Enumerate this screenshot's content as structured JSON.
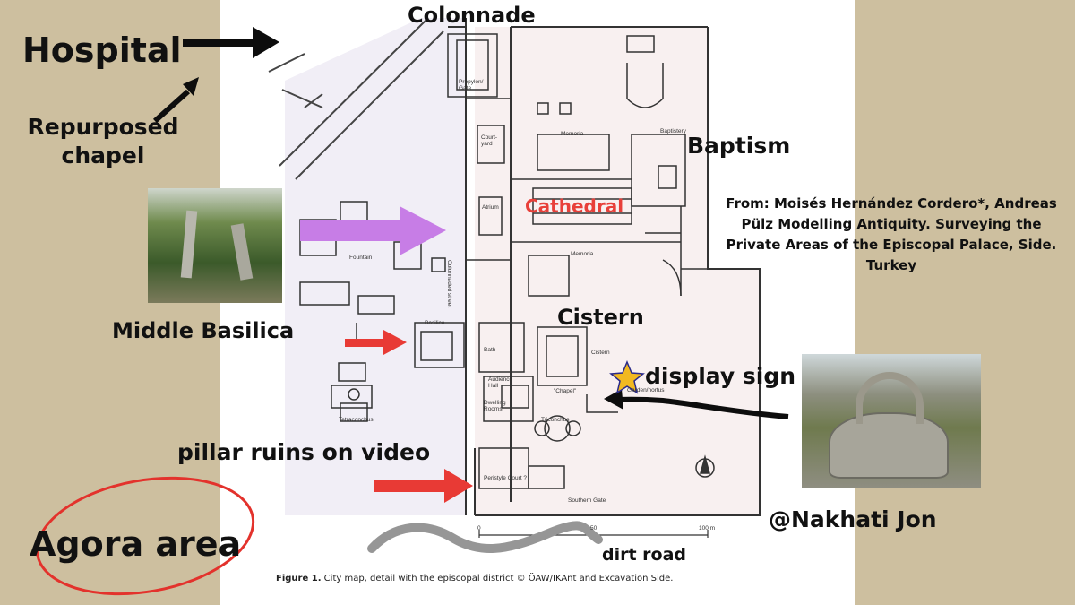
{
  "labels": {
    "hospital": "Hospital",
    "colonnade": "Colonnade",
    "repurposed_chapel": "Repurposed chapel",
    "baptism": "Baptism",
    "cathedral": "Cathedral",
    "source_citation": "From: Moisés Hernández Cordero*, Andreas Pülz Modelling Antiquity. Surveying the Private Areas of the Episcopal Palace, Side. Turkey",
    "middle_basilica": "Middle Basilica",
    "cistern": "Cistern",
    "display_sign": "display sign",
    "pillar_ruins": "pillar ruins on video",
    "agora_area": "Agora area",
    "credit": "@Nakhati Jon",
    "dirt_road": "dirt road"
  },
  "figure_caption": {
    "bold": "Figure 1.",
    "text": " City map, detail with the episcopal district © ÖAW/IKAnt and Excavation Side."
  },
  "map_labels": {
    "propylon": "Propylon/ Gate",
    "courtyard": "Court- yard",
    "memoria1": "Memoria",
    "baptistery": "Baptistery",
    "atrium": "Atrium",
    "memoria2": "Memoria",
    "fountain": "Fountain",
    "street": "Colonnaded street",
    "basilica": "Basilica",
    "bath": "Bath",
    "cistern_map": "Cistern",
    "audience_hall": "Audience Hall",
    "chapel": "\"Chapel\"",
    "garden": "Garden/hortus",
    "dwelling": "Dwelling Rooms",
    "triconchus": "Triconchus",
    "tetraconchus": "Tetraconchus",
    "peristyle": "Peristyle Court ?",
    "southern_gate": "Southern Gate",
    "scale_0": "0",
    "scale_50": "50",
    "scale_100": "100 m"
  },
  "colors": {
    "background": "#cdbf9f",
    "cathedral_text": "#e8403a",
    "purple_arrow": "#c77de6",
    "red_arrow": "#e83a35",
    "star": "#f2b920",
    "map_tint": "#f1eef6"
  }
}
